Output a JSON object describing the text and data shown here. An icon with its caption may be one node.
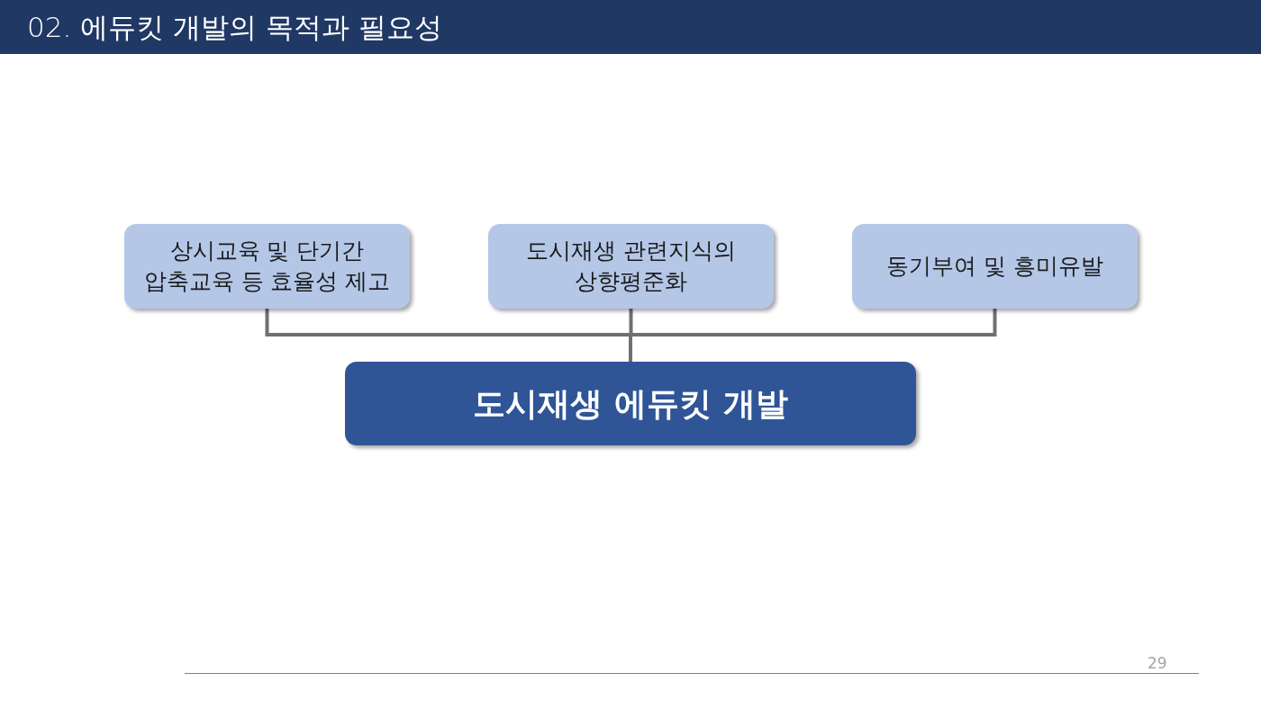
{
  "diagram": {
    "title": "02. 에듀킷 개발의 목적과 필요성",
    "nodes": [
      {
        "text": [
          "상시교육 및 단기간 압축교육 등 효율성 제고"
        ]
      },
      {
        "text": [
          "도시재생 관련지식의 상향평준화"
        ]
      },
      {
        "text": [
          "동기부여 및 흥미유발"
        ]
      },
      {
        "text": [
          "도시재생 에듀킷 개발"
        ]
      }
    ],
    "edges": [
      {
        "from": 0,
        "to": 3,
        "arrow": "none"
      },
      {
        "from": 1,
        "to": 3,
        "arrow": "none"
      },
      {
        "from": 2,
        "to": 3,
        "arrow": "none"
      }
    ],
    "labels": [
      "29"
    ]
  }
}
